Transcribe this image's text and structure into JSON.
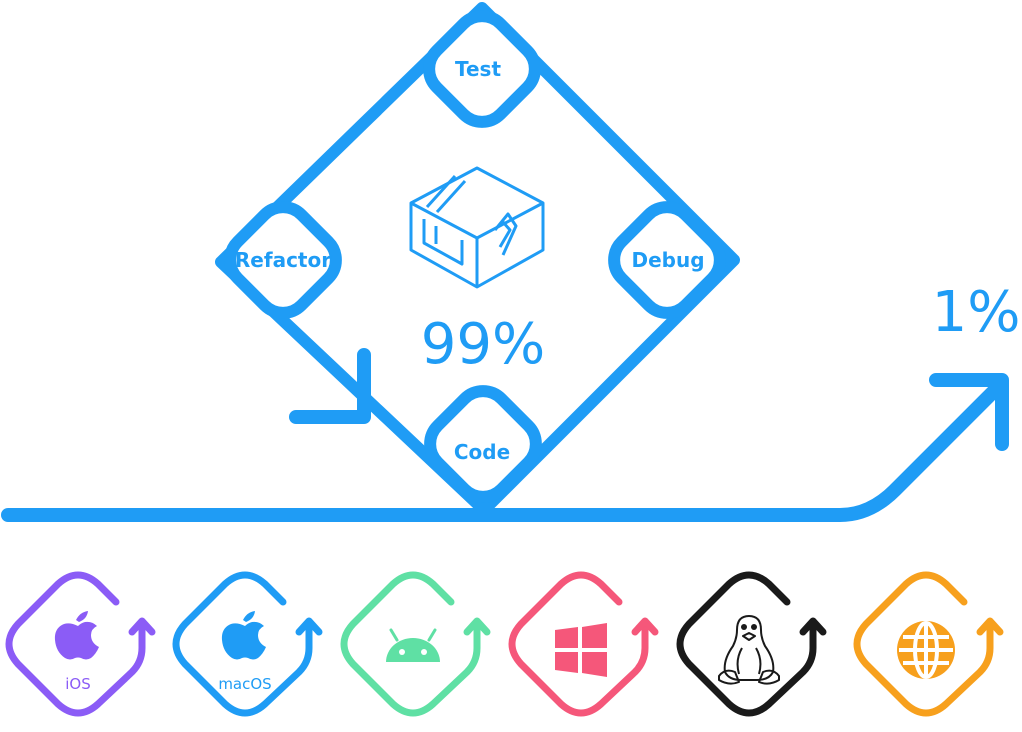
{
  "colors": {
    "primary": "#1f9cf5",
    "ios": "#8b5cf6",
    "macos": "#1f9cf5",
    "android": "#5fe0a4",
    "windows": "#f5577a",
    "linux": "#1a1a1a",
    "web": "#f7a01d"
  },
  "cycle": {
    "nodes": [
      {
        "label": "Test"
      },
      {
        "label": "Debug"
      },
      {
        "label": "Code"
      },
      {
        "label": "Refactor"
      }
    ],
    "center_icon": "cube-logo-icon",
    "percent_label": "99%"
  },
  "branch": {
    "percent_label": "1%"
  },
  "platforms": [
    {
      "id": "ios",
      "label": "iOS",
      "icon": "apple-icon"
    },
    {
      "id": "macos",
      "label": "macOS",
      "icon": "apple-icon"
    },
    {
      "id": "android",
      "label": "",
      "icon": "android-icon"
    },
    {
      "id": "windows",
      "label": "",
      "icon": "windows-icon"
    },
    {
      "id": "linux",
      "label": "",
      "icon": "linux-penguin-icon"
    },
    {
      "id": "web",
      "label": "",
      "icon": "globe-icon"
    }
  ]
}
